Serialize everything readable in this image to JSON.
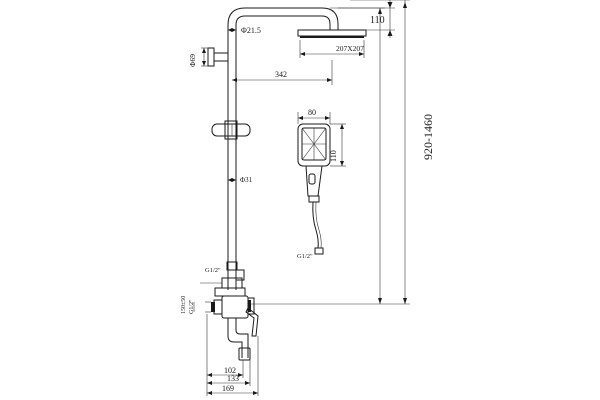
{
  "dimensions": {
    "head_drop": "110",
    "arm_pipe_dia": "Φ21.5",
    "arm_reach": "342",
    "head_size": "207X207",
    "holder_dia": "Φ69",
    "riser_dia": "Φ31",
    "total_height": "920-1460",
    "hand_width": "80",
    "hand_length": "110",
    "hose_thread": "G1/2\"",
    "diverter_thread": "G1/2\"",
    "inlet_centers": "150±50",
    "inlet_thread": "G1/2\"",
    "spout_102": "102",
    "spout_133": "133",
    "overall_169": "169"
  }
}
